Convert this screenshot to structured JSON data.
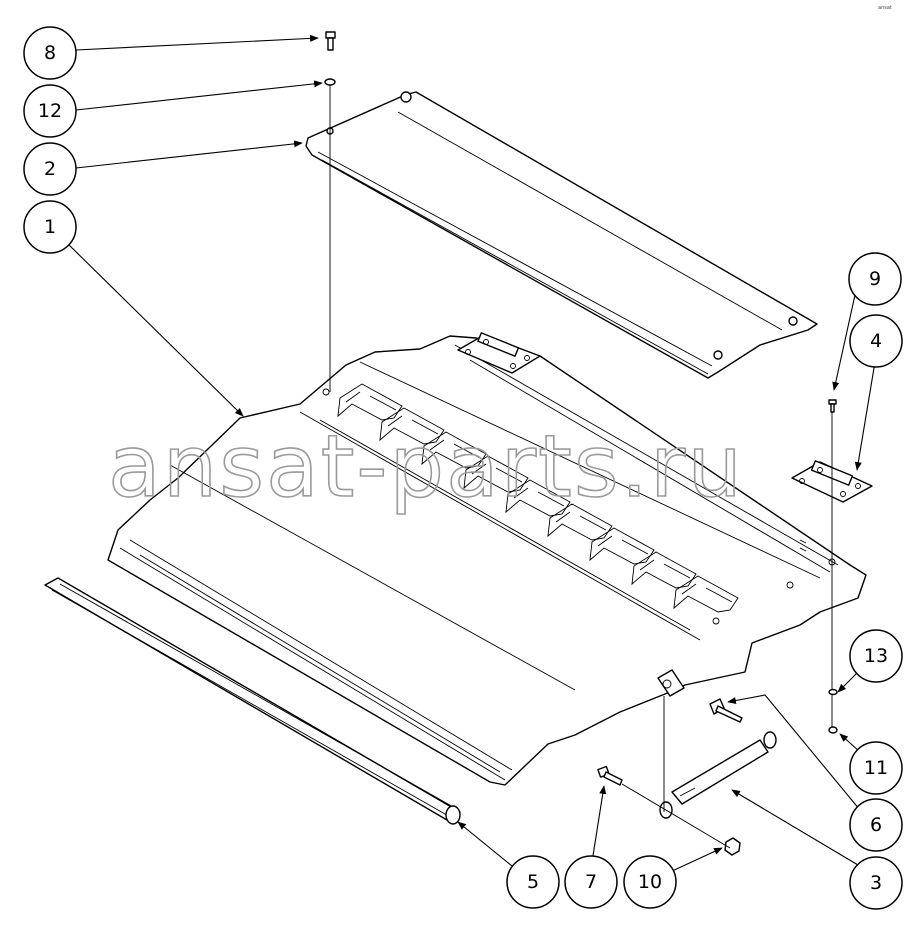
{
  "watermark": "ansat-parts.ru",
  "corner_mark": "ansat",
  "callouts": [
    "8",
    "12",
    "2",
    "1",
    "9",
    "4",
    "13",
    "11",
    "6",
    "3",
    "5",
    "7",
    "10"
  ]
}
